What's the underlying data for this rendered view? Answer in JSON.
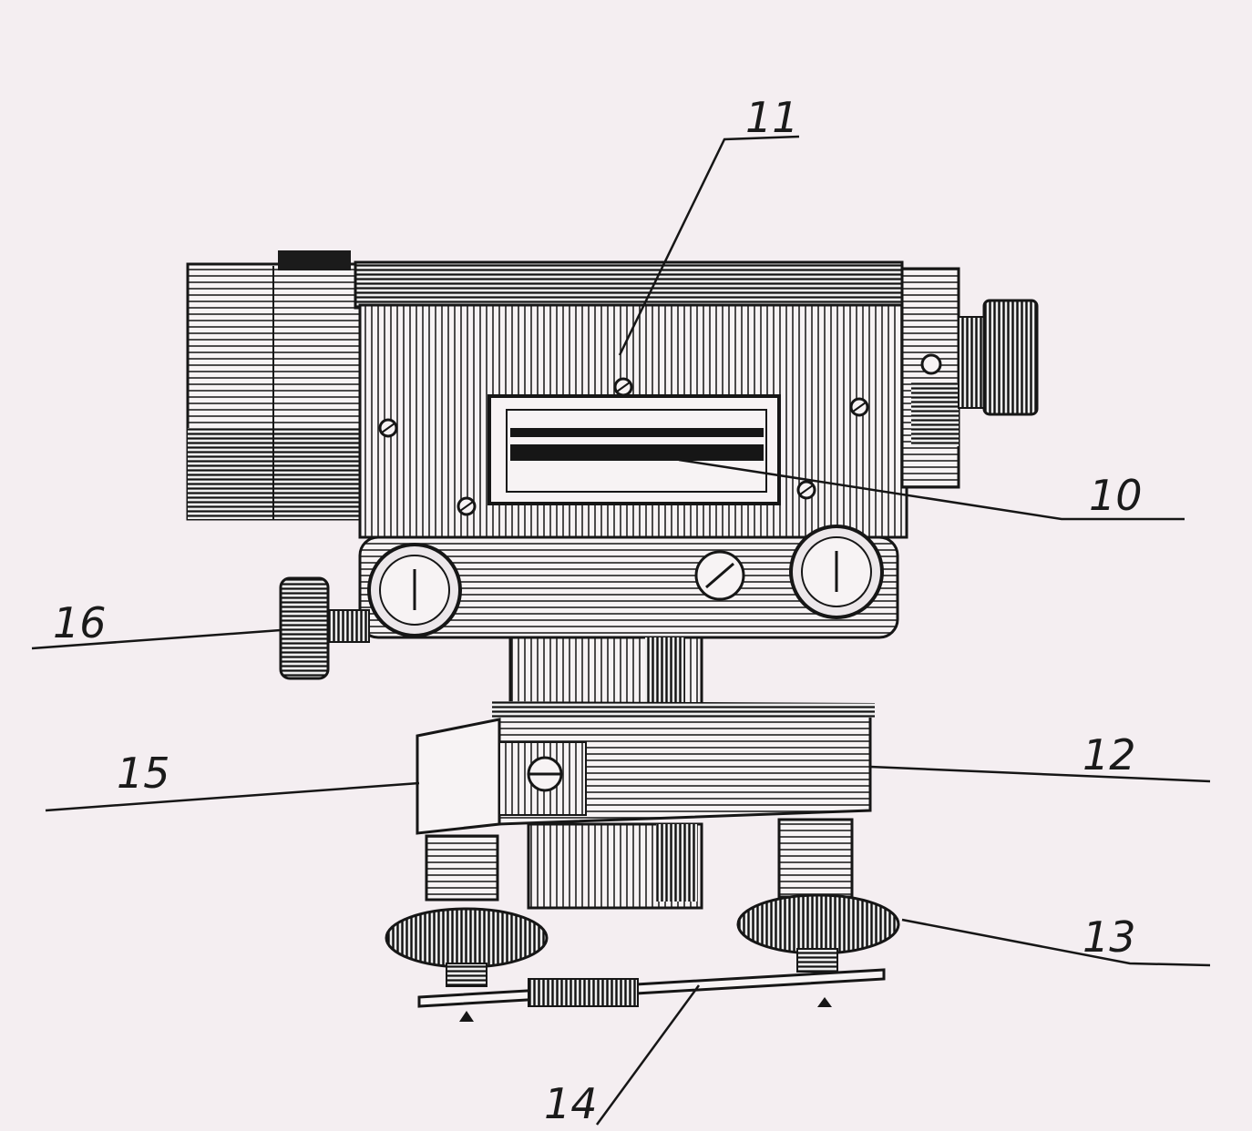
{
  "palette": {
    "paper": "#f4eef1",
    "ink": "#161616"
  },
  "callouts": [
    {
      "id": "11",
      "label": "11"
    },
    {
      "id": "10",
      "label": "10"
    },
    {
      "id": "16",
      "label": "16"
    },
    {
      "id": "15",
      "label": "15"
    },
    {
      "id": "12",
      "label": "12"
    },
    {
      "id": "13",
      "label": "13"
    },
    {
      "id": "14",
      "label": "14"
    }
  ]
}
